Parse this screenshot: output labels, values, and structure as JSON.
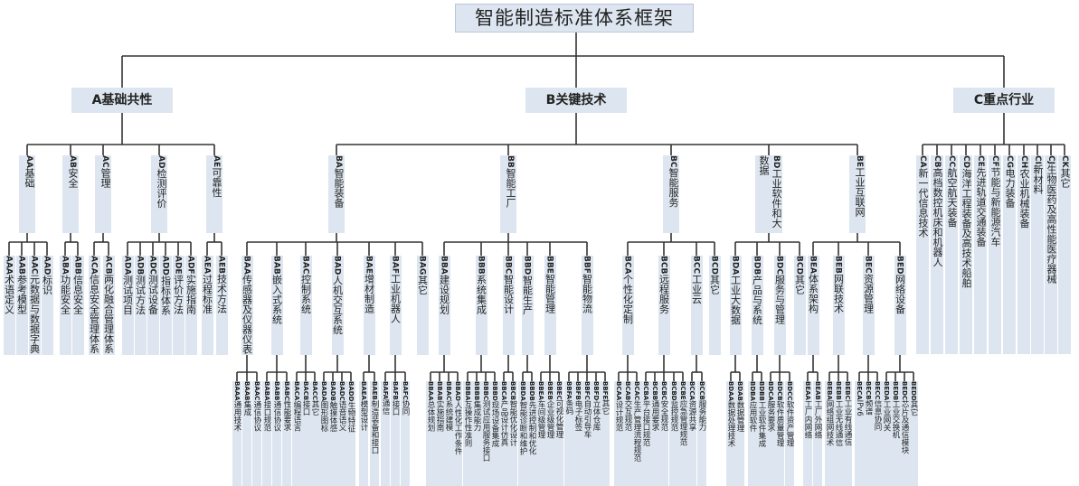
{
  "title": "智能制造标准体系框架",
  "children": [
    {
      "code": "A",
      "name": "基础共性",
      "children": [
        {
          "code": "AA",
          "name": "基础",
          "children": [
            {
              "code": "AAA",
              "name": "术语定义"
            },
            {
              "code": "AAB",
              "name": "参考模型"
            },
            {
              "code": "AAC",
              "name": "元数据与数据字典"
            },
            {
              "code": "AAD",
              "name": "标识"
            }
          ]
        },
        {
          "code": "AB",
          "name": "安全",
          "children": [
            {
              "code": "ABA",
              "name": "功能安全"
            },
            {
              "code": "ABB",
              "name": "信息安全"
            }
          ]
        },
        {
          "code": "AC",
          "name": "管理",
          "children": [
            {
              "code": "ACA",
              "name": "信息安全管理体系"
            },
            {
              "code": "ACB",
              "name": "两化融合管理体系"
            }
          ]
        },
        {
          "code": "AD",
          "name": "检测评价",
          "children": [
            {
              "code": "ADA",
              "name": "测试项目"
            },
            {
              "code": "ADB",
              "name": "测试方法"
            },
            {
              "code": "ADC",
              "name": "测试设备"
            },
            {
              "code": "ADD",
              "name": "指标体系"
            },
            {
              "code": "ADE",
              "name": "评价方法"
            },
            {
              "code": "ADF",
              "name": "实施指南"
            }
          ]
        },
        {
          "code": "AE",
          "name": "可靠性",
          "children": [
            {
              "code": "AEA",
              "name": "过程标准"
            },
            {
              "code": "AEB",
              "name": "技术方法"
            }
          ]
        }
      ]
    },
    {
      "code": "B",
      "name": "关键技术",
      "children": [
        {
          "code": "BA",
          "name": "智能装备",
          "children": [
            {
              "code": "BAA",
              "name": "传感器及仪器仪表",
              "children": [
                {
                  "code": "BAAA",
                  "name": "通用技术"
                },
                {
                  "code": "BAAB",
                  "name": "集成"
                },
                {
                  "code": "BAAC",
                  "name": "通信协议"
                }
              ]
            },
            {
              "code": "BAB",
              "name": "嵌入式系统",
              "children": [
                {
                  "code": "BABA",
                  "name": "接口规范"
                },
                {
                  "code": "BABB",
                  "name": "通信协议"
                },
                {
                  "code": "BABC",
                  "name": "性能要求"
                }
              ]
            },
            {
              "code": "BAC",
              "name": "控制系统",
              "children": [
                {
                  "code": "BACA",
                  "name": "编程语言"
                },
                {
                  "code": "BACB",
                  "name": "接口"
                },
                {
                  "code": "BACC",
                  "name": "其它"
                }
              ]
            },
            {
              "code": "BAD",
              "name": "人机交互系统",
              "children": [
                {
                  "code": "BADA",
                  "name": "图形图标"
                },
                {
                  "code": "BADB",
                  "name": "触摸体感"
                },
                {
                  "code": "BADC",
                  "name": "语音语义"
                },
                {
                  "code": "BADD",
                  "name": "生物特征"
                }
              ]
            },
            {
              "code": "BAE",
              "name": "增材制造",
              "children": [
                {
                  "code": "BAEA",
                  "name": "模型设计"
                },
                {
                  "code": "BAEB",
                  "name": "制造装备和接口"
                }
              ]
            },
            {
              "code": "BAF",
              "name": "工业机器人",
              "children": [
                {
                  "code": "BAFA",
                  "name": "通信"
                },
                {
                  "code": "BAFB",
                  "name": "接口"
                },
                {
                  "code": "BAFC",
                  "name": "协同"
                }
              ]
            },
            {
              "code": "BAG",
              "name": "其它"
            }
          ]
        },
        {
          "code": "BB",
          "name": "智能工厂",
          "children": [
            {
              "code": "BBA",
              "name": "建设规划",
              "children": [
                {
                  "code": "BBAA",
                  "name": "总体规划"
                },
                {
                  "code": "BBAB",
                  "name": "实施指南"
                },
                {
                  "code": "BBAC",
                  "name": "系统建模"
                },
                {
                  "code": "BBAD",
                  "name": "人性化工作条件"
                }
              ]
            },
            {
              "code": "BBB",
              "name": "系统集成",
              "children": [
                {
                  "code": "BBBA",
                  "name": "互操作性准则"
                },
                {
                  "code": "BBBB",
                  "name": "集成能力"
                },
                {
                  "code": "BBBC",
                  "name": "测试应用服务接口"
                },
                {
                  "code": "BBBD",
                  "name": "现场设备集成"
                }
              ]
            },
            {
              "code": "BBC",
              "name": "智能设计",
              "children": [
                {
                  "code": "BBCA",
                  "name": "产品设计仿真"
                },
                {
                  "code": "BBCB",
                  "name": "智能优化设计"
                }
              ]
            },
            {
              "code": "BBD",
              "name": "智能生产",
              "children": [
                {
                  "code": "BBDA",
                  "name": "智能诊断和维护"
                },
                {
                  "code": "BBDB",
                  "name": "先进控制和优化"
                }
              ]
            },
            {
              "code": "BBE",
              "name": "智能管理",
              "children": [
                {
                  "code": "BBEA",
                  "name": "车间级管理"
                },
                {
                  "code": "BBEB",
                  "name": "企业级管理"
                },
                {
                  "code": "BBEC",
                  "name": "可视化管理"
                }
              ]
            },
            {
              "code": "BBF",
              "name": "智能物流",
              "children": [
                {
                  "code": "BBFA",
                  "name": "条码"
                },
                {
                  "code": "BBFB",
                  "name": "电子标签"
                },
                {
                  "code": "BBFC",
                  "name": "自动引导车"
                },
                {
                  "code": "BBFD",
                  "name": "立体仓库"
                },
                {
                  "code": "BBFE",
                  "name": "其它"
                }
              ]
            }
          ]
        },
        {
          "code": "BC",
          "name": "智能服务",
          "children": [
            {
              "code": "BCA",
              "name": "个性化定制",
              "children": [
                {
                  "code": "BCAA",
                  "name": "设计规范"
                },
                {
                  "code": "BCAB",
                  "name": "交互规范"
                },
                {
                  "code": "BCAC",
                  "name": "生产管理流程规范"
                }
              ]
            },
            {
              "code": "BCB",
              "name": "远程服务",
              "children": [
                {
                  "code": "BCBA",
                  "name": "平台接口规范"
                },
                {
                  "code": "BCBB",
                  "name": "通用要求"
                },
                {
                  "code": "BCBC",
                  "name": "安全规范"
                },
                {
                  "code": "BCBD",
                  "name": "监控规范"
                },
                {
                  "code": "BCBE",
                  "name": "应急管理规范"
                }
              ]
            },
            {
              "code": "BCC",
              "name": "工业云",
              "children": [
                {
                  "code": "BCCA",
                  "name": "资源共享"
                },
                {
                  "code": "BCCB",
                  "name": "服务能力"
                }
              ]
            },
            {
              "code": "BCD",
              "name": "其它"
            }
          ]
        },
        {
          "code": "BD",
          "name": "工业软件和大数据",
          "children": [
            {
              "code": "BDA",
              "name": "工业大数据",
              "children": [
                {
                  "code": "BDAA",
                  "name": "数据处理技术"
                },
                {
                  "code": "BDAB",
                  "name": "数据管理"
                }
              ]
            },
            {
              "code": "BDB",
              "name": "产品与系统",
              "children": [
                {
                  "code": "BDBA",
                  "name": "应用软件"
                },
                {
                  "code": "BDBB",
                  "name": "工业软件集成"
                }
              ]
            },
            {
              "code": "BDC",
              "name": "服务与管理",
              "children": [
                {
                  "code": "BDCA",
                  "name": "服务要求"
                },
                {
                  "code": "BDCB",
                  "name": "软件质量管理"
                },
                {
                  "code": "BDCC",
                  "name": "软件资产管理"
                }
              ]
            },
            {
              "code": "BCD",
              "name": "其它"
            }
          ]
        },
        {
          "code": "BE",
          "name": "工业互联网",
          "children": [
            {
              "code": "BEA",
              "name": "体系架构",
              "children": [
                {
                  "code": "BEAA",
                  "name": "工厂内网络"
                },
                {
                  "code": "BEAB",
                  "name": "工厂外网络"
                }
              ]
            },
            {
              "code": "BEB",
              "name": "网联技术",
              "children": [
                {
                  "code": "BEBA",
                  "name": "网络组网技术"
                },
                {
                  "code": "BEBB",
                  "name": "工业无线通信"
                },
                {
                  "code": "BEBC",
                  "name": "工业有线通信"
                }
              ]
            },
            {
              "code": "BEC",
              "name": "资源管理",
              "children": [
                {
                  "code": "BECA",
                  "name": "IPv6"
                },
                {
                  "code": "BECB",
                  "name": "频谱"
                },
                {
                  "code": "BECC",
                  "name": "信息协同"
                }
              ]
            },
            {
              "code": "BED",
              "name": "网络设备",
              "children": [
                {
                  "code": "BEDA",
                  "name": "工业网关"
                },
                {
                  "code": "BEDB",
                  "name": "工业交换机"
                },
                {
                  "code": "BEDC",
                  "name": "芯片及通信模块"
                },
                {
                  "code": "BEDD",
                  "name": "其它"
                }
              ]
            }
          ]
        }
      ]
    },
    {
      "code": "C",
      "name": "重点行业",
      "children": [
        {
          "code": "CA",
          "name": "新一代信息技术"
        },
        {
          "code": "CB",
          "name": "高档数控机床和机器人"
        },
        {
          "code": "CC",
          "name": "航空航天装备"
        },
        {
          "code": "CD",
          "name": "海洋工程装备及高技术船舶"
        },
        {
          "code": "CE",
          "name": "先进轨道交通装备"
        },
        {
          "code": "CF",
          "name": "节能与新能源汽车"
        },
        {
          "code": "CG",
          "name": "电力装备"
        },
        {
          "code": "CH",
          "name": "农业机械装备"
        },
        {
          "code": "CI",
          "name": "新材料"
        },
        {
          "code": "CJ",
          "name": "生物医药及高性能医疗器械"
        },
        {
          "code": "CK",
          "name": "其它"
        }
      ]
    }
  ]
}
